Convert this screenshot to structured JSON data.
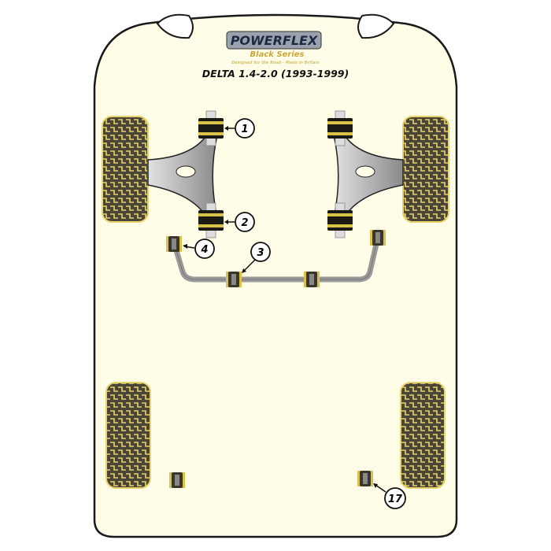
{
  "logo": {
    "brand": "POWERFLEX",
    "series": "Black Series",
    "tagline": "Designed for the Road - Made in Britain"
  },
  "title": "DELTA 1.4-2.0 (1993-1999)",
  "callouts": [
    "1",
    "2",
    "3",
    "4",
    "17"
  ],
  "colors": {
    "body_fill": "#fffde8",
    "outline": "#1a1a1a",
    "tyre": "#4a4538",
    "tyre_tread": "#e8d46a",
    "arm": "#a9a9a9",
    "bush": "#1c1a14",
    "bush_band": "#d8c24a"
  }
}
